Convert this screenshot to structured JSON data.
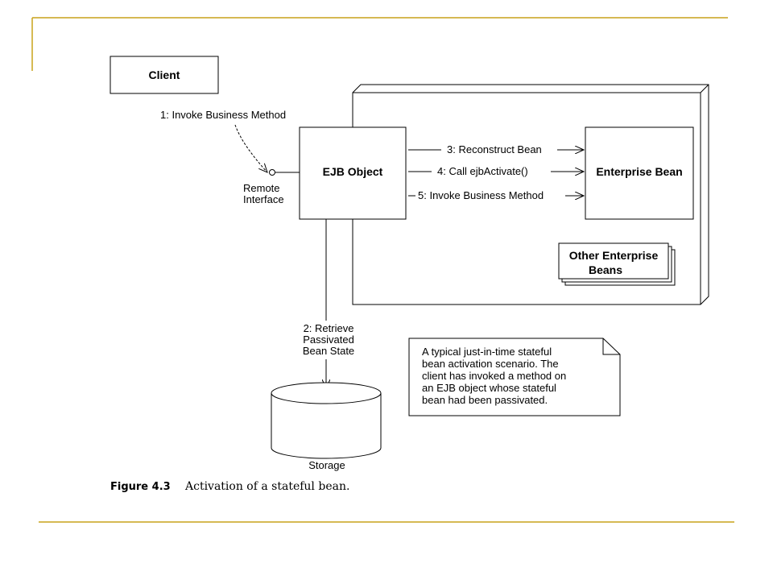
{
  "theme": {
    "accent": "#c8a21a",
    "ink": "#000000",
    "background": "#ffffff"
  },
  "diagram": {
    "client_label": "Client",
    "step1_label": "1: Invoke Business Method",
    "remote_interface_line1": "Remote",
    "remote_interface_line2": "Interface",
    "ejb_object_label": "EJB Object",
    "step3_label": "3: Reconstruct Bean",
    "step4_label": "4: Call ejbActivate()",
    "step5_label": "5: Invoke Business Method",
    "enterprise_bean_label": "Enterprise Bean",
    "other_beans_line1": "Other Enterprise",
    "other_beans_line2": "Beans",
    "step2_line1": "2: Retrieve",
    "step2_line2": "Passivated",
    "step2_line3": "Bean State",
    "storage_label": "Storage",
    "note_lines": [
      "A typical just-in-time stateful",
      "bean activation scenario. The",
      "client has invoked a method on",
      "an EJB object whose stateful",
      "bean had been passivated."
    ]
  },
  "caption": {
    "figure_label": "Figure 4.3",
    "figure_text": "Activation of a stateful bean."
  }
}
